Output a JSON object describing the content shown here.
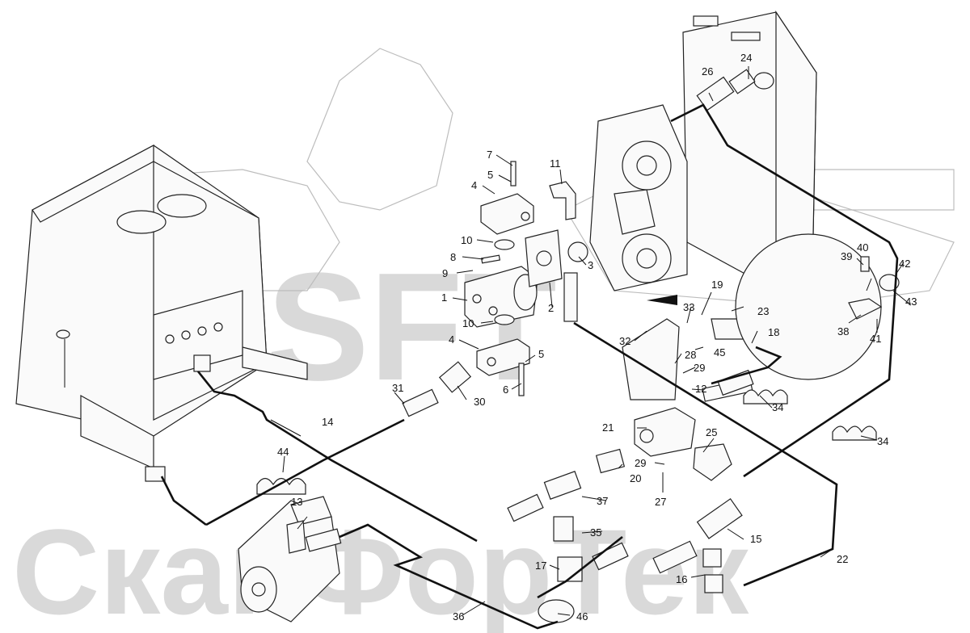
{
  "watermark": {
    "brand": "SFT",
    "company": "СканФорТек"
  },
  "callouts": [
    {
      "id": "p1",
      "label": "1"
    },
    {
      "id": "p2",
      "label": "2"
    },
    {
      "id": "p3",
      "label": "3"
    },
    {
      "id": "p4a",
      "label": "4"
    },
    {
      "id": "p4b",
      "label": "4"
    },
    {
      "id": "p5a",
      "label": "5"
    },
    {
      "id": "p5b",
      "label": "5"
    },
    {
      "id": "p6",
      "label": "6"
    },
    {
      "id": "p7",
      "label": "7"
    },
    {
      "id": "p8",
      "label": "8"
    },
    {
      "id": "p9",
      "label": "9"
    },
    {
      "id": "p10a",
      "label": "10"
    },
    {
      "id": "p10b",
      "label": "10"
    },
    {
      "id": "p11",
      "label": "11"
    },
    {
      "id": "p12",
      "label": "12"
    },
    {
      "id": "p13",
      "label": "13"
    },
    {
      "id": "p14",
      "label": "14"
    },
    {
      "id": "p15",
      "label": "15"
    },
    {
      "id": "p16",
      "label": "16"
    },
    {
      "id": "p17",
      "label": "17"
    },
    {
      "id": "p18",
      "label": "18"
    },
    {
      "id": "p19",
      "label": "19"
    },
    {
      "id": "p20",
      "label": "20"
    },
    {
      "id": "p21",
      "label": "21"
    },
    {
      "id": "p22",
      "label": "22"
    },
    {
      "id": "p23",
      "label": "23"
    },
    {
      "id": "p24",
      "label": "24"
    },
    {
      "id": "p25",
      "label": "25"
    },
    {
      "id": "p26",
      "label": "26"
    },
    {
      "id": "p27",
      "label": "27"
    },
    {
      "id": "p28",
      "label": "28"
    },
    {
      "id": "p29a",
      "label": "29"
    },
    {
      "id": "p29b",
      "label": "29"
    },
    {
      "id": "p30",
      "label": "30"
    },
    {
      "id": "p31",
      "label": "31"
    },
    {
      "id": "p32",
      "label": "32"
    },
    {
      "id": "p33",
      "label": "33"
    },
    {
      "id": "p34a",
      "label": "34"
    },
    {
      "id": "p34b",
      "label": "34"
    },
    {
      "id": "p35",
      "label": "35"
    },
    {
      "id": "p36",
      "label": "36"
    },
    {
      "id": "p37",
      "label": "37"
    },
    {
      "id": "p38",
      "label": "38"
    },
    {
      "id": "p39",
      "label": "39"
    },
    {
      "id": "p40",
      "label": "40"
    },
    {
      "id": "p41",
      "label": "41"
    },
    {
      "id": "p42",
      "label": "42"
    },
    {
      "id": "p43",
      "label": "43"
    },
    {
      "id": "p44",
      "label": "44"
    },
    {
      "id": "p45",
      "label": "45"
    },
    {
      "id": "p46",
      "label": "46"
    }
  ]
}
